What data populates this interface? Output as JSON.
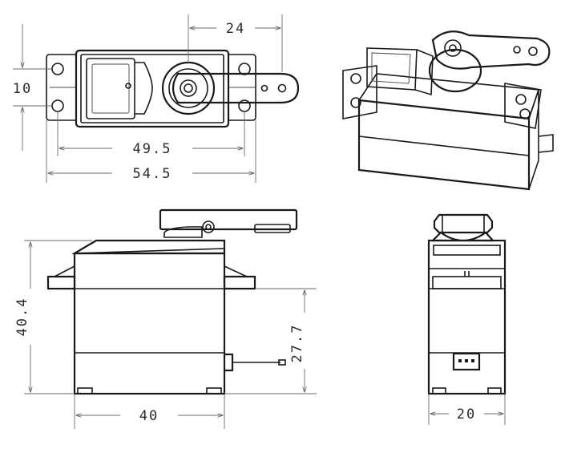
{
  "dimensions": {
    "horn_offset": "24",
    "mount_height": "10",
    "hole_spacing": "49.5",
    "total_length": "54.5",
    "body_height": "40.4",
    "mount_tab_height": "27.7",
    "body_length": "40",
    "body_width": "20"
  },
  "colors": {
    "line": "#1a1a1a",
    "dimension": "#6a6a6a",
    "background": "#ffffff"
  }
}
